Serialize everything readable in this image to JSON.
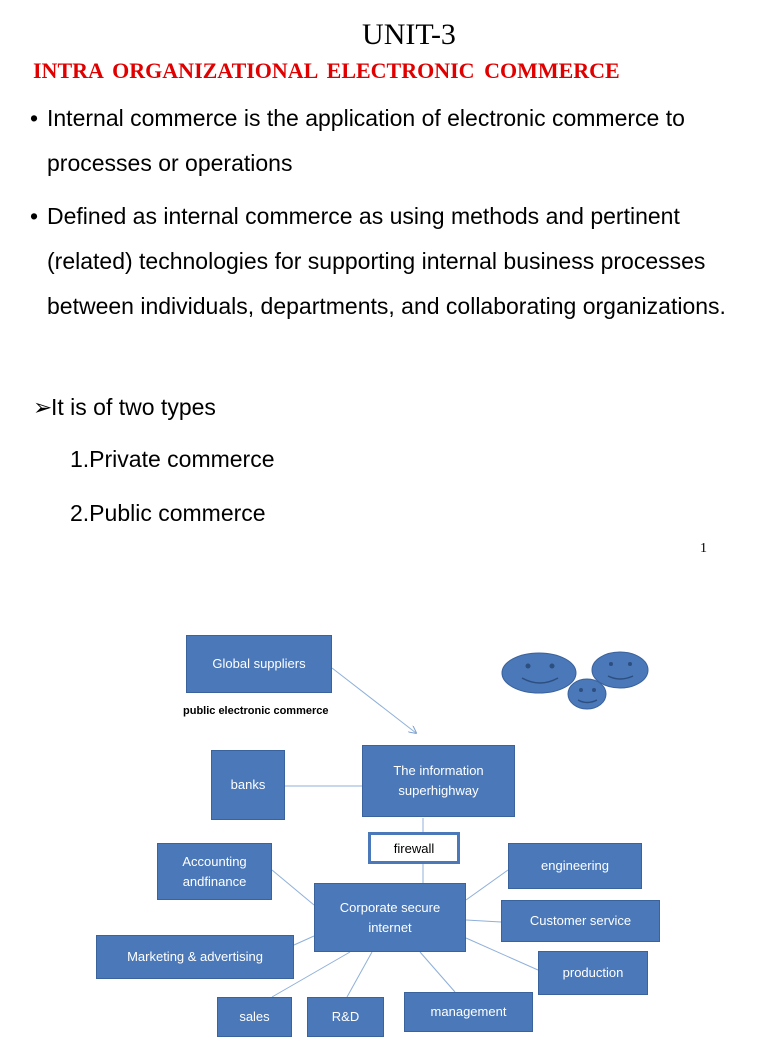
{
  "slide": {
    "title": "UNIT-3",
    "subtitle": "INTRA  ORGANIZATIONAL  ELECTRONIC COMMERCE",
    "bullets": [
      {
        "marker": "•",
        "text": "Internal commerce is the application of electronic commerce to processes or operations"
      },
      {
        "marker": "•",
        "text": "Defined as  internal commerce as using methods and pertinent (related) technologies  for supporting  internal business processes between individuals, departments, and  collaborating organizations."
      }
    ],
    "arrow_item": {
      "marker": "➢",
      "text": "It is of two types"
    },
    "types": [
      "1.Private commerce",
      "2.Public commerce"
    ],
    "page_number": "1"
  },
  "diagram": {
    "box_color": "#4a78b8",
    "nodes": {
      "global_suppliers": "Global suppliers",
      "public_label": "public electronic commerce",
      "banks": "banks",
      "info_superhighway": "The information superhighway",
      "firewall": "firewall",
      "accounting": "Accounting andfinance",
      "corporate": "Corporate secure internet",
      "engineering": "engineering",
      "customer_service": "Customer service",
      "marketing": "Marketing & advertising",
      "production": "production",
      "sales": "sales",
      "rd": "R&D",
      "management": "management"
    }
  }
}
